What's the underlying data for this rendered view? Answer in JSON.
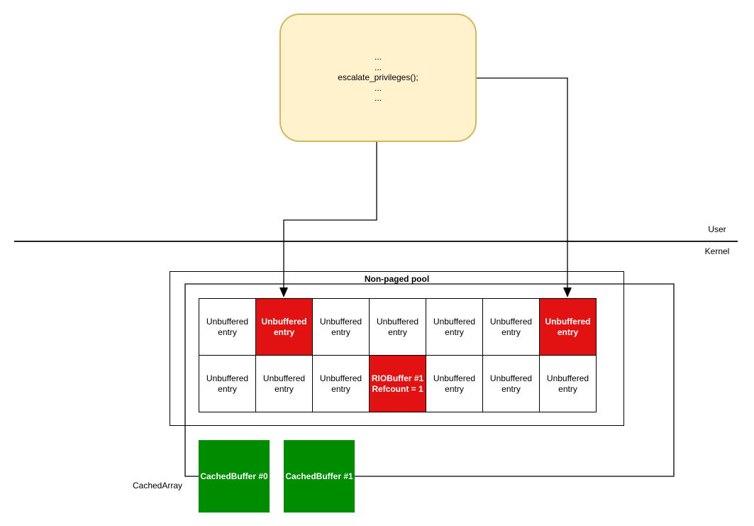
{
  "user_space": {
    "code_box": {
      "lines": [
        "...",
        "...",
        "escalate_privileges();",
        "...",
        "..."
      ]
    },
    "boundary": {
      "above_label": "User",
      "below_label": "Kernel"
    }
  },
  "kernel_space": {
    "pool_title": "Non-paged pool",
    "cells": [
      {
        "line1": "Unbuffered",
        "line2": "entry",
        "highlight": false
      },
      {
        "line1": "Unbuffered",
        "line2": "entry",
        "highlight": true
      },
      {
        "line1": "Unbuffered",
        "line2": "entry",
        "highlight": false
      },
      {
        "line1": "Unbuffered",
        "line2": "entry",
        "highlight": false
      },
      {
        "line1": "Unbuffered",
        "line2": "entry",
        "highlight": false
      },
      {
        "line1": "Unbuffered",
        "line2": "entry",
        "highlight": false
      },
      {
        "line1": "Unbuffered",
        "line2": "entry",
        "highlight": true
      },
      {
        "line1": "Unbuffered",
        "line2": "entry",
        "highlight": false
      },
      {
        "line1": "Unbuffered",
        "line2": "entry",
        "highlight": false
      },
      {
        "line1": "Unbuffered",
        "line2": "entry",
        "highlight": false
      },
      {
        "line1": "RIOBuffer #1",
        "line2": "Refcount = 1",
        "highlight": true
      },
      {
        "line1": "Unbuffered",
        "line2": "entry",
        "highlight": false
      },
      {
        "line1": "Unbuffered",
        "line2": "entry",
        "highlight": false
      },
      {
        "line1": "Unbuffered",
        "line2": "entry",
        "highlight": false
      }
    ]
  },
  "cached_array": {
    "label": "CachedArray",
    "buffers": [
      {
        "label": "CachedBuffer #0"
      },
      {
        "label": "CachedBuffer #1"
      }
    ]
  },
  "colors": {
    "line": "#000000",
    "highlight_red": "#E31212",
    "buffer_green": "#008C00",
    "code_fill": "#FFF2CC",
    "code_border": "#D6B656"
  }
}
